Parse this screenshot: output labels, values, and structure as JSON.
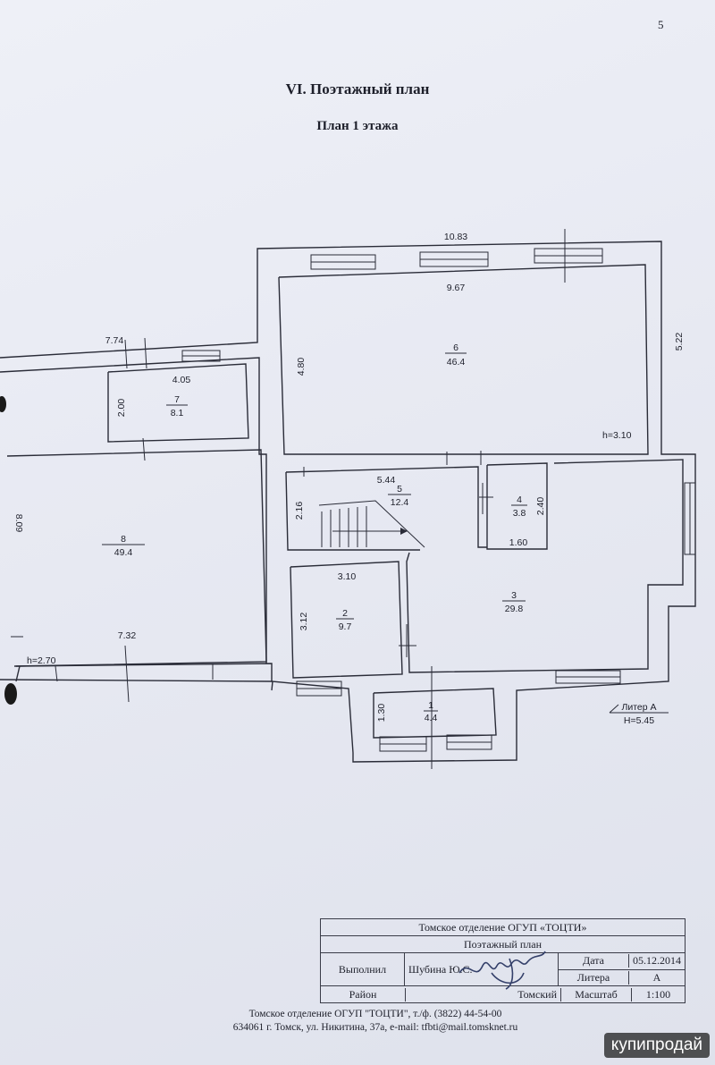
{
  "page_number": "5",
  "heading": "VI. Поэтажный план",
  "subheading": "План 1 этажа",
  "dimensions": {
    "top_overall": "10.83",
    "right_overall": "5.22",
    "room6_width": "9.67",
    "room6_depth": "4.80",
    "left_upper": "7.74",
    "room7_width": "4.05",
    "room7_depth": "2.00",
    "left_overall": "8.09",
    "room8_width": "7.32",
    "room5_width": "5.44",
    "room5_depth": "2.16",
    "room4_depth": "2.40",
    "room4_width": "1.60",
    "room2_width": "3.10",
    "room2_depth": "3.12",
    "room1_depth": "1.30"
  },
  "heights": {
    "main": "h=3.10",
    "room8": "h=2.70"
  },
  "rooms": [
    {
      "number": "6",
      "area": "46.4"
    },
    {
      "number": "7",
      "area": "8.1"
    },
    {
      "number": "8",
      "area": "49.4"
    },
    {
      "number": "5",
      "area": "12.4"
    },
    {
      "number": "4",
      "area": "3.8"
    },
    {
      "number": "3",
      "area": "29.8"
    },
    {
      "number": "2",
      "area": "9.7"
    },
    {
      "number": "1",
      "area": "4.4"
    }
  ],
  "liter": {
    "label": "Литер А",
    "height": "H=5.45"
  },
  "stamp": {
    "organization": "Томское отделение ОГУП «ТОЦТИ»",
    "doc_type": "Поэтажный план",
    "performed_label": "Выполнил",
    "performer": "Шубина Ю.С.",
    "date_label": "Дата",
    "date": "05.12.2014",
    "litera_label": "Литера",
    "litera": "А",
    "district_label": "Район",
    "district": "Томский",
    "scale_label": "Масштаб",
    "scale": "1:100"
  },
  "footer": {
    "line1": "Томское отделение ОГУП \"ТОЦТИ\", т./ф. (3822) 44-54-00",
    "line2": "634061 г. Томск, ул. Никитина, 37а, e-mail: tfbti@mail.tomsknet.ru"
  },
  "watermark": "купипродай"
}
